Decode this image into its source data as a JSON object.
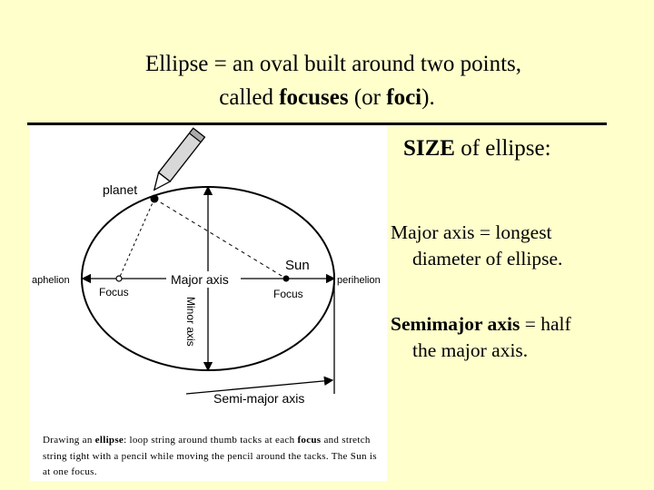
{
  "title": {
    "line1": "Ellipse = an oval built around two points,",
    "line2_prefix": "called ",
    "line2_bold1": "focuses",
    "line2_mid": " (or ",
    "line2_bold2": "foci",
    "line2_suffix": ")."
  },
  "figure": {
    "labels": {
      "planet": "planet",
      "sun": "Sun",
      "aphelion": "aphelion",
      "perihelion": "perihelion",
      "focus_left": "Focus",
      "focus_right": "Focus",
      "major_axis": "Major axis",
      "minor_axis": "Minor axis",
      "semi_major_axis": "Semi-major axis"
    },
    "caption": {
      "t1": "Drawing an ",
      "b1": "ellipse",
      "t2": ": loop string around thumb tacks at each ",
      "b2": "focus",
      "t3": " and stretch string tight with a pencil while moving the pencil around the tacks. The Sun is at one focus."
    }
  },
  "right": {
    "heading_bold": "SIZE",
    "heading_rest": " of ellipse:",
    "para1_line1": "Major axis = longest",
    "para1_line2": "diameter of ellipse.",
    "para2_bold": "Semimajor axis",
    "para2_line1_rest": " = half",
    "para2_line2": "the major axis."
  },
  "colors": {
    "background": "#ffffcc",
    "figure_background": "#ffffff",
    "ink": "#000000"
  },
  "icons": [
    "pencil-icon",
    "sun-dot",
    "focus-dot",
    "planet-dot"
  ]
}
